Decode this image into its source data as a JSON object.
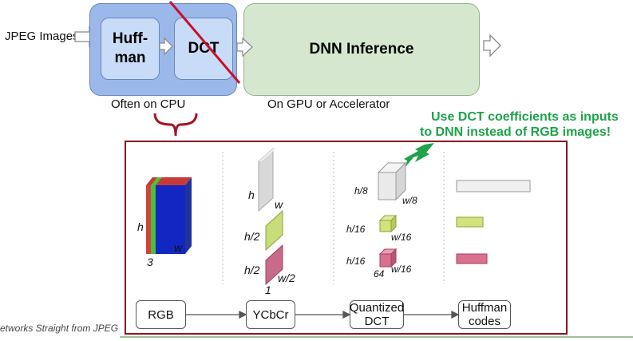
{
  "top": {
    "input_label": "JPEG Images",
    "huffman_label": "Huff-\nman",
    "dct_label": "DCT",
    "dnn_label": "DNN Inference",
    "cpu_caption": "Often on CPU",
    "gpu_caption": "On GPU or Accelerator"
  },
  "callout": {
    "line1": "Use DCT coefficients as inputs",
    "line2": "to DNN instead of RGB images!"
  },
  "rgb_block": {
    "h": "h",
    "w": "w",
    "c": "3"
  },
  "ycbcr_block": {
    "y_h": "h",
    "y_w": "w",
    "c_h": "h/2",
    "c2_h": "h/2",
    "c2_w": "w/2",
    "c2_d": "1"
  },
  "dct_block": {
    "a_h": "h/8",
    "a_w": "w/8",
    "b_h": "h/16",
    "b_w": "w/16",
    "c_h": "h/16",
    "c_w": "w/16",
    "c_d": "64"
  },
  "pipeline": {
    "stage1": "RGB",
    "stage2": "YCbCr",
    "stage3": "Quantized\nDCT",
    "stage4": "Huffman\ncodes"
  },
  "footer": "etworks Straight from JPEG",
  "colors": {
    "cpu_box": "#9ab8ea",
    "dnn_box": "#d5e8cf",
    "frame": "#8a1620",
    "callout": "#1ea24a",
    "strike": "#c8102e"
  }
}
